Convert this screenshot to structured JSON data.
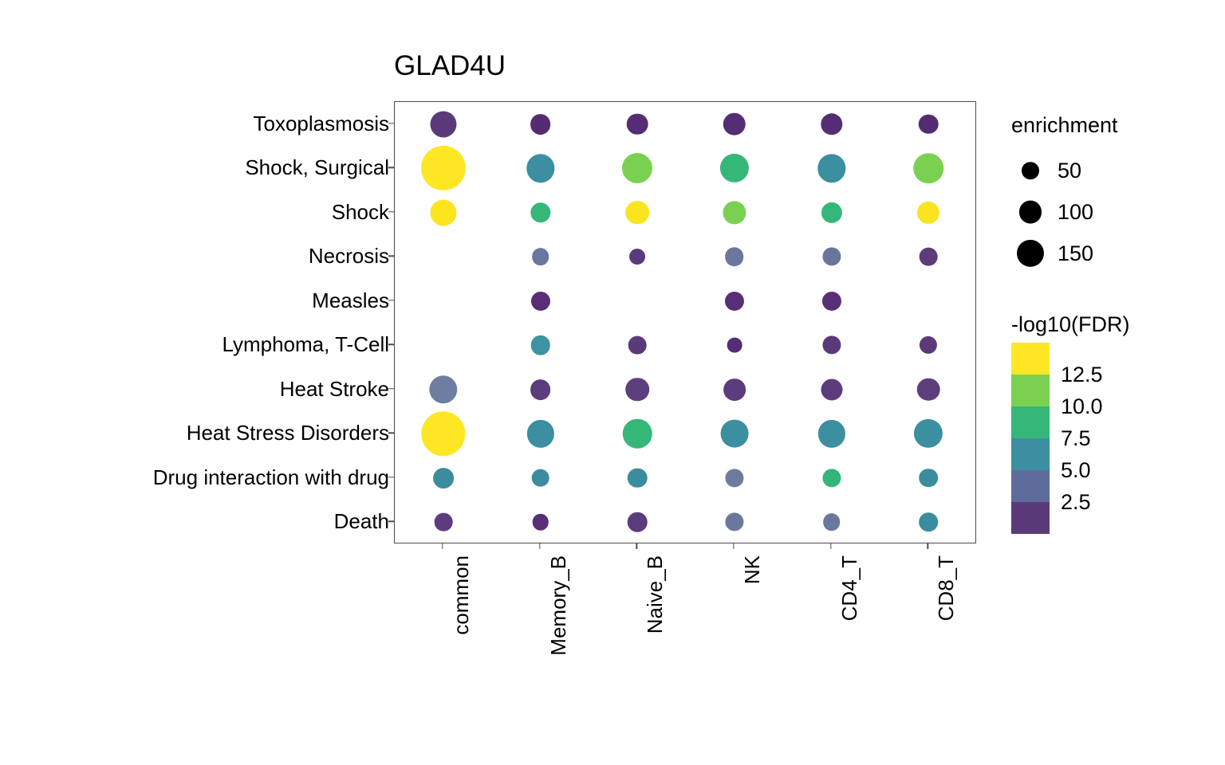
{
  "chart_data": {
    "type": "scatter",
    "subtype": "bubble-dotplot",
    "title": "GLAD4U",
    "xlabel": "",
    "ylabel": "",
    "grid": false,
    "x_categories": [
      "common",
      "Memory_B",
      "Naive_B",
      "NK",
      "CD4_T",
      "CD8_T"
    ],
    "y_categories": [
      "Toxoplasmosis",
      "Shock, Surgical",
      "Shock",
      "Necrosis",
      "Measles",
      "Lymphoma, T-Cell",
      "Heat Stroke",
      "Heat Stress Disorders",
      "Drug interaction with drug",
      "Death"
    ],
    "size_legend": {
      "title": "enrichment",
      "breaks": [
        50,
        100,
        150
      ],
      "labels": [
        "50",
        "100",
        "150"
      ],
      "position": "right-top"
    },
    "color_legend": {
      "title": "-log10(FDR)",
      "breaks": [
        12.5,
        10.0,
        7.5,
        5.0,
        2.5
      ],
      "labels": [
        "12.5",
        "10.0",
        "7.5",
        "5.0",
        "2.5"
      ],
      "palette": "viridis",
      "position": "right-bottom",
      "swatches": [
        "#FDE725",
        "#7AD151",
        "#35B779",
        "#3B8FA0",
        "#5E6C9B",
        "#5B3A7A"
      ]
    },
    "points": [
      {
        "x": "common",
        "y": "Toxoplasmosis",
        "enrichment": 44,
        "neglog10fdr": 2.6,
        "color": "#5B3A7A"
      },
      {
        "x": "Memory_B",
        "y": "Toxoplasmosis",
        "enrichment": 23,
        "neglog10fdr": 2.3,
        "color": "#542C72"
      },
      {
        "x": "Naive_B",
        "y": "Toxoplasmosis",
        "enrichment": 25,
        "neglog10fdr": 2.4,
        "color": "#552D74"
      },
      {
        "x": "NK",
        "y": "Toxoplasmosis",
        "enrichment": 30,
        "neglog10fdr": 2.4,
        "color": "#552D74"
      },
      {
        "x": "CD4_T",
        "y": "Toxoplasmosis",
        "enrichment": 27,
        "neglog10fdr": 2.4,
        "color": "#552D74"
      },
      {
        "x": "CD8_T",
        "y": "Toxoplasmosis",
        "enrichment": 20,
        "neglog10fdr": 2.3,
        "color": "#542C72"
      },
      {
        "x": "common",
        "y": "Shock, Surgical",
        "enrichment": 155,
        "neglog10fdr": 13.6,
        "color": "#FDE725"
      },
      {
        "x": "Memory_B",
        "y": "Shock, Surgical",
        "enrichment": 52,
        "neglog10fdr": 6.2,
        "color": "#3B8FA0"
      },
      {
        "x": "Naive_B",
        "y": "Shock, Surgical",
        "enrichment": 62,
        "neglog10fdr": 10.6,
        "color": "#7AD151"
      },
      {
        "x": "NK",
        "y": "Shock, Surgical",
        "enrichment": 55,
        "neglog10fdr": 9.2,
        "color": "#35B779"
      },
      {
        "x": "CD4_T",
        "y": "Shock, Surgical",
        "enrichment": 52,
        "neglog10fdr": 6.2,
        "color": "#3B8FA0"
      },
      {
        "x": "CD8_T",
        "y": "Shock, Surgical",
        "enrichment": 60,
        "neglog10fdr": 10.6,
        "color": "#7AD151"
      },
      {
        "x": "common",
        "y": "Shock",
        "enrichment": 44,
        "neglog10fdr": 13.4,
        "color": "#FCE51F"
      },
      {
        "x": "Memory_B",
        "y": "Shock",
        "enrichment": 22,
        "neglog10fdr": 9.2,
        "color": "#35B779"
      },
      {
        "x": "Naive_B",
        "y": "Shock",
        "enrichment": 33,
        "neglog10fdr": 13.2,
        "color": "#FAE420"
      },
      {
        "x": "NK",
        "y": "Shock",
        "enrichment": 32,
        "neglog10fdr": 10.8,
        "color": "#7AD151"
      },
      {
        "x": "CD4_T",
        "y": "Shock",
        "enrichment": 24,
        "neglog10fdr": 9.2,
        "color": "#35B779"
      },
      {
        "x": "CD8_T",
        "y": "Shock",
        "enrichment": 29,
        "neglog10fdr": 13.2,
        "color": "#FAE420"
      },
      {
        "x": "Memory_B",
        "y": "Necrosis",
        "enrichment": 14,
        "neglog10fdr": 4.4,
        "color": "#6A789D"
      },
      {
        "x": "Naive_B",
        "y": "Necrosis",
        "enrichment": 11,
        "neglog10fdr": 2.6,
        "color": "#5B3A7A"
      },
      {
        "x": "NK",
        "y": "Necrosis",
        "enrichment": 18,
        "neglog10fdr": 4.4,
        "color": "#6A789D"
      },
      {
        "x": "CD4_T",
        "y": "Necrosis",
        "enrichment": 17,
        "neglog10fdr": 4.3,
        "color": "#69769C"
      },
      {
        "x": "CD8_T",
        "y": "Necrosis",
        "enrichment": 16,
        "neglog10fdr": 2.7,
        "color": "#5C3C7C"
      },
      {
        "x": "Memory_B",
        "y": "Measles",
        "enrichment": 19,
        "neglog10fdr": 2.5,
        "color": "#582F76"
      },
      {
        "x": "NK",
        "y": "Measles",
        "enrichment": 19,
        "neglog10fdr": 2.5,
        "color": "#582F76"
      },
      {
        "x": "CD4_T",
        "y": "Measles",
        "enrichment": 19,
        "neglog10fdr": 2.5,
        "color": "#582F76"
      },
      {
        "x": "Memory_B",
        "y": "Lymphoma, T-Cell",
        "enrichment": 20,
        "neglog10fdr": 6.4,
        "color": "#3E93A2"
      },
      {
        "x": "Naive_B",
        "y": "Lymphoma, T-Cell",
        "enrichment": 16,
        "neglog10fdr": 2.6,
        "color": "#5B3A7A"
      },
      {
        "x": "NK",
        "y": "Lymphoma, T-Cell",
        "enrichment": 9,
        "neglog10fdr": 2.4,
        "color": "#552D74"
      },
      {
        "x": "CD4_T",
        "y": "Lymphoma, T-Cell",
        "enrichment": 17,
        "neglog10fdr": 2.6,
        "color": "#5B3A7A"
      },
      {
        "x": "CD8_T",
        "y": "Lymphoma, T-Cell",
        "enrichment": 15,
        "neglog10fdr": 2.6,
        "color": "#5B3A7A"
      },
      {
        "x": "common",
        "y": "Heat Stroke",
        "enrichment": 52,
        "neglog10fdr": 4.6,
        "color": "#6E7EA0"
      },
      {
        "x": "Memory_B",
        "y": "Heat Stroke",
        "enrichment": 23,
        "neglog10fdr": 2.7,
        "color": "#5C3C7C"
      },
      {
        "x": "Naive_B",
        "y": "Heat Stroke",
        "enrichment": 33,
        "neglog10fdr": 2.8,
        "color": "#5E3F7E"
      },
      {
        "x": "NK",
        "y": "Heat Stroke",
        "enrichment": 28,
        "neglog10fdr": 2.7,
        "color": "#5C3C7C"
      },
      {
        "x": "CD4_T",
        "y": "Heat Stroke",
        "enrichment": 26,
        "neglog10fdr": 2.7,
        "color": "#5C3C7C"
      },
      {
        "x": "CD8_T",
        "y": "Heat Stroke",
        "enrichment": 30,
        "neglog10fdr": 2.8,
        "color": "#5E3F7E"
      },
      {
        "x": "common",
        "y": "Heat Stress Disorders",
        "enrichment": 150,
        "neglog10fdr": 13.5,
        "color": "#FDE725"
      },
      {
        "x": "Memory_B",
        "y": "Heat Stress Disorders",
        "enrichment": 48,
        "neglog10fdr": 6.2,
        "color": "#3B8FA0"
      },
      {
        "x": "Naive_B",
        "y": "Heat Stress Disorders",
        "enrichment": 56,
        "neglog10fdr": 9.2,
        "color": "#35B779"
      },
      {
        "x": "NK",
        "y": "Heat Stress Disorders",
        "enrichment": 50,
        "neglog10fdr": 6.2,
        "color": "#3B8FA0"
      },
      {
        "x": "CD4_T",
        "y": "Heat Stress Disorders",
        "enrichment": 48,
        "neglog10fdr": 6.2,
        "color": "#3B8FA0"
      },
      {
        "x": "CD8_T",
        "y": "Heat Stress Disorders",
        "enrichment": 55,
        "neglog10fdr": 6.2,
        "color": "#3B8FA0"
      },
      {
        "x": "common",
        "y": "Drug interaction with drug",
        "enrichment": 23,
        "neglog10fdr": 6.0,
        "color": "#3B8C9E"
      },
      {
        "x": "Memory_B",
        "y": "Drug interaction with drug",
        "enrichment": 16,
        "neglog10fdr": 6.0,
        "color": "#3B8C9E"
      },
      {
        "x": "Naive_B",
        "y": "Drug interaction with drug",
        "enrichment": 20,
        "neglog10fdr": 6.0,
        "color": "#3B8C9E"
      },
      {
        "x": "NK",
        "y": "Drug interaction with drug",
        "enrichment": 17,
        "neglog10fdr": 4.5,
        "color": "#6C7B9E"
      },
      {
        "x": "CD4_T",
        "y": "Drug interaction with drug",
        "enrichment": 17,
        "neglog10fdr": 9.0,
        "color": "#33B679"
      },
      {
        "x": "CD8_T",
        "y": "Drug interaction with drug",
        "enrichment": 18,
        "neglog10fdr": 6.0,
        "color": "#3B8C9E"
      },
      {
        "x": "common",
        "y": "Death",
        "enrichment": 16,
        "neglog10fdr": 2.7,
        "color": "#5C3C7C"
      },
      {
        "x": "Memory_B",
        "y": "Death",
        "enrichment": 12,
        "neglog10fdr": 2.5,
        "color": "#582F76"
      },
      {
        "x": "Naive_B",
        "y": "Death",
        "enrichment": 20,
        "neglog10fdr": 2.7,
        "color": "#5C3C7C"
      },
      {
        "x": "NK",
        "y": "Death",
        "enrichment": 17,
        "neglog10fdr": 4.4,
        "color": "#6A789D"
      },
      {
        "x": "CD4_T",
        "y": "Death",
        "enrichment": 14,
        "neglog10fdr": 4.4,
        "color": "#6A789D"
      },
      {
        "x": "CD8_T",
        "y": "Death",
        "enrichment": 18,
        "neglog10fdr": 6.0,
        "color": "#3B8C9E"
      }
    ]
  }
}
